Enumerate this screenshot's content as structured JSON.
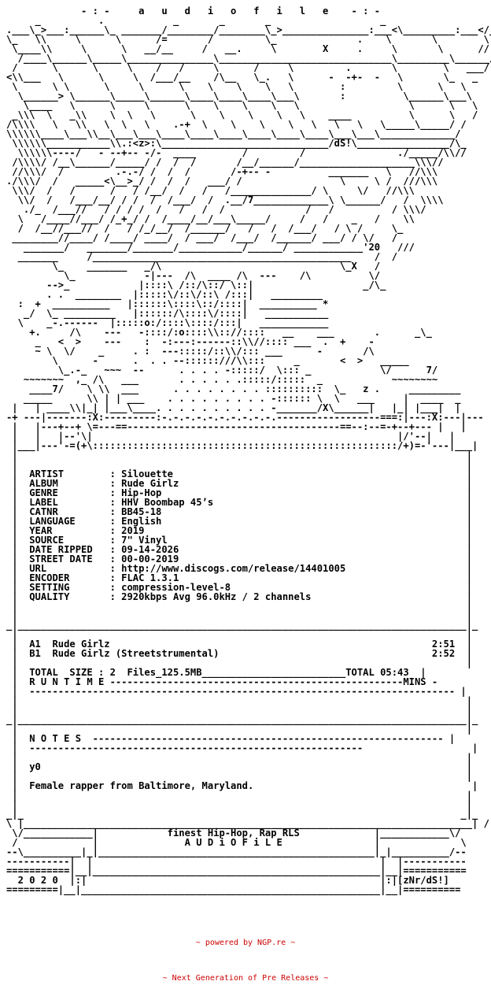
{
  "nfo_lines": [
    "             - : -     a   u   d   i   o   f   i   l   e    - : -",
    "     _          .            _       _       _                   _",
    ".___\\_>___:______\\_ _______/________/________\\_>_______________:___<\\_________:___</_.",
    "\\_   \\\\     \\      \\      /=       /         \\_              .    \\       \\        \\ /",
    " \\____\\\\     \\      \\   __/__     /   __.     \\        X     .     \\       \\      //",
    "  /____\\______\\_____\\_______________\\______________________________\\_________\\______/",
    " /      \\      \\     \\    /   /     \\      /     \\         .       \\        \\   ___/",
    "<\\\\___   \\      \\     \\  /___/__    /\\__   \\_.   \\      -  -+-  -   \\       \\_   _",
    " \\      \\ \\      \\     \\      \\    \\    \\    \\   \\        :         \\      \\   \\",
    "  \\______> \\______\\_____\\______\\____\\____\\____\\___\\       :          \\______\\___\\",
    "   \\____   \\      \\     \\      \\    \\    \\    \\   \\                   \\      \\   \\",
    " _\\\\\\  \\   _\\\\    \\  \\   \\      \\    \\    \\    \\   \\    ____          \\      \\   /",
    "/\\\\\\\\   \\   \\\\   \\  \\   \\    .-+  \\    \\    \\    \\   \\   \\   \\   \\_____\\_____/ /",
    "\\\\\\\\\\\\____\\___\\\\__\\___\\___\\____\\____\\____\\____\\____\\____\\___\\___\\_____________/",
    " \\\\\\\\\\\\___________\\\\.:<z>:\\_____________________________/dS!\\________________/\\_",
    "  \\\\\\\\\\\\----/   - --+-- -/-  ____        /         /                ./_____/\\\\//",
    " /\\\\\\\\/ /__\\______/_____/ /  /  /       /__/______/____________________\\\\\\//",
    " //\\\\\\/  /         .-.-/ /  /  /       /-+-- -          _______   \\   //\\\\\\",
    "./\\\\\\/  /   _____<\\__>_/ /  /  /   ___/ /                 \\     \\ /  ///\\\\\\",
    " \\\\\\/  /   /      /   / /__/  /   /   /______________/ \\     \\/   //\\\\\\",
    "  \\\\/  /   /___/__/ / /  /  /___/  /  .__/7_____________\\ \\______/   /  \\\\\\\\",
    "   ./_  /___//   / / / /  /   /   /  /              /   /          / \\\\\\/",
    "  \\   /____//___/ /_+_/ /  /____/__/___\\_____/     /   /    _   /    \\\\",
    "  /  /__//___//  /   / /_/__/  /______/   /   /  /___/   / \\ /     \\_",
    " ________//____/ /____/ ____/  / ___/  /___/  /______/ ___/ / \\/   /",
    "   _______/   _______/_______/___________/______/ ____________'20   ///",
    "  _______     /_____________________________________________    /  / ",
    "        \\_    _______   _/\\                               \\_X   /",
    "          \\_            -|---  /\\  ____ /\\  ---    /\\          \\/",
    "       -->_            |::::\\ /::/\\::/ \\::|                   _/\\_",
    "       . .  ________  |:::::\\/::\\/::\\ /:::|   _________",
    "  :  +  __________   |::::::\\::::\\::/::::|  __________ *",
    "   _/  \\_ _________   |::::::/\\::::\\/::::|   ___________",
    "  \\    _-.------  |:::::o:/::::\\::::/:::|   ____________",
    "    +.     /\\    ---   -::::/:o::::\\\\:://::::   __    ___       .      _\\_",
    "     _   <  >    ---    :  -:---:------::\\\\//:::: ___  .  +    -",
    "     ~ \\  \\/    _     . :  ---:::::/::\\\\/::: ___      -       /\\",
    "        \\      -      .  . . --::::::///\\\\:::     _       <  >   _____",
    "         \\_.-_   ~~~  --      . . . . -:::::/  \\::: _            \\/      7/",
    "   ~~~~~~~  ,_ /\\   ___       . . . . . .:::::/:::::  _            ~~~~~~~~",
    "    ____7/    \\ \\\\  ___      . . . . . . . . ::::::::::  \\_   z .     _________",
    "   _____      \\\\ | | ___    . . . . . . . . . -:::::: \\  \\   ___     |  ____  _",
    " |   | ____\\\\|_| |___\\____. . . . . . . . . . -_______/X\\______|   |_| |___|  |",
    "-+ ---|-------:X:---------:-.-.-.-.-.-.-.-.-.-.------------------===:|---:X:---|---",
    " |   |---+--+ \\=---==-------------------------------------==--:--=-+--+--- |   |",
    " |   |   |--'\\|                                                     |/'--|   |",
    " |___|---'-=(+\\:::::::::::::::::::::::::::::::::::::::::::::::::::::/+)=-'---|___|",
    " |                                                                              |",
    " |                                                                              |",
    " |  ARTIST        : Silouette                                                   |",
    " |  ALBUM         : Rude Girlz                                                  |",
    " |  GENRE         : Hip-Hop                                                     |",
    " |  LABEL         : HHV Boombap 45’s                                            |",
    " |  CATNR         : BB45-18                                                     |",
    " |  LANGUAGE      : English                                                     |",
    " |  YEAR          : 2019                                                        |",
    " |  SOURCE        : 7\" Vinyl                                                    |",
    " |  DATE RIPPED   : 09-14-2026                                                  |",
    " |  STREET DATE   : 00-00-2019                                                  |",
    " |  URL           : http://www.discogs.com/release/14401005                     |",
    " |  ENCODER       : FLAC 1.3.1                                                  |",
    " |  SETTING       : compression-level-8                                         |",
    " |  QUALITY       : 2920kbps Avg 96.0kHz / 2 channels                           |",
    " |                                                                              |",
    " |                                                                              |",
    "_|______________________________________________________________________________|_",
    " |                                                                              |",
    " |  A1  Rude Girlz                                                        2:51  |",
    " |  B1  Rude Girlz (Streetstrumental)                                     2:52  |",
    " |                                                                              |",
    " |  TOTAL  SIZE : 2  Files_125.5MB_________________________TOTAL 05:43  |",
    " |  R U N T I M E ---------------------------------------------------MINS -",
    " |  -------------------------------------------------------------------------- |",
    " |                                                                              |",
    " |                                                                              |",
    "_|______________________________________________________________________________|_",
    " |                                                                              |",
    " |  N O T E S  ------------------------------------------------------------- |",
    " |  ----------------------------------------------------------                   |",
    " |                                                                              |",
    " |  y0                                                                          |",
    " |                                                                              |",
    " |  Female rapper from Baltimore, Maryland.                                      |",
    " |                                                                              |",
    " |                                                                              |",
    "_|_                                                                            _|_",
    "\\ |______________________________________________________________________________| /",
    " \\/____________|            finest Hip-Hop, Rap RLS             |____________\\/",
    " /             |               A U D i O F i L E                |              \\",
    "--\\__________|_|________________________________________________|_|__________/--",
    "-----------|  |                                                  |  |-----------",
    "===========|__|__________________________________________________|__|===========",
    "  2 0 2 0  |:|                                                   |:|[zNr/dS!]",
    "=========|__|____________________________________________________|__|=========="
  ],
  "footer": {
    "line1": "~ powered by NGP.re ~",
    "line2": "~ Next Generation of Pre Releases ~"
  }
}
